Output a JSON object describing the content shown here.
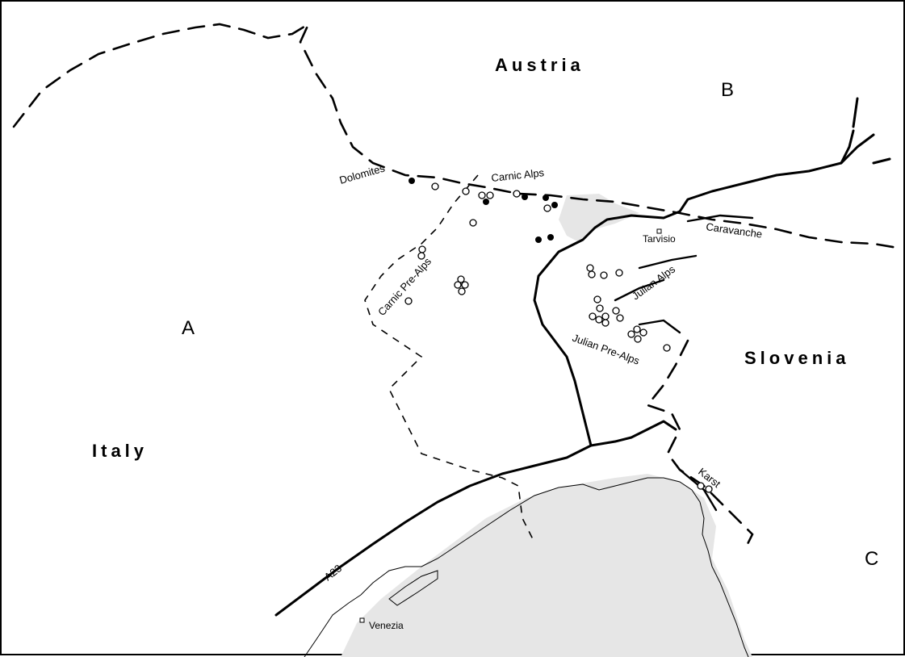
{
  "map": {
    "countries": {
      "austria": "Austria",
      "italy": "Italy",
      "slovenia": "Slovenia"
    },
    "zones": {
      "a": "A",
      "b": "B",
      "c": "C"
    },
    "ranges": {
      "dolomites": "Dolomites",
      "carnic_alps": "Carnic Alps",
      "carnic_prealps": "Carnic Pre-Alps",
      "julian_alps": "Julian Alps",
      "julian_prealps": "Julian Pre-Alps",
      "caravanche": "Caravanche",
      "karst": "Karst"
    },
    "places": {
      "tarvisio": "Tarvisio",
      "venezia": "Venezia"
    },
    "road": "A23",
    "colors": {
      "ink": "#000000",
      "sea": "#e6e6e6",
      "paper": "#ffffff"
    }
  }
}
